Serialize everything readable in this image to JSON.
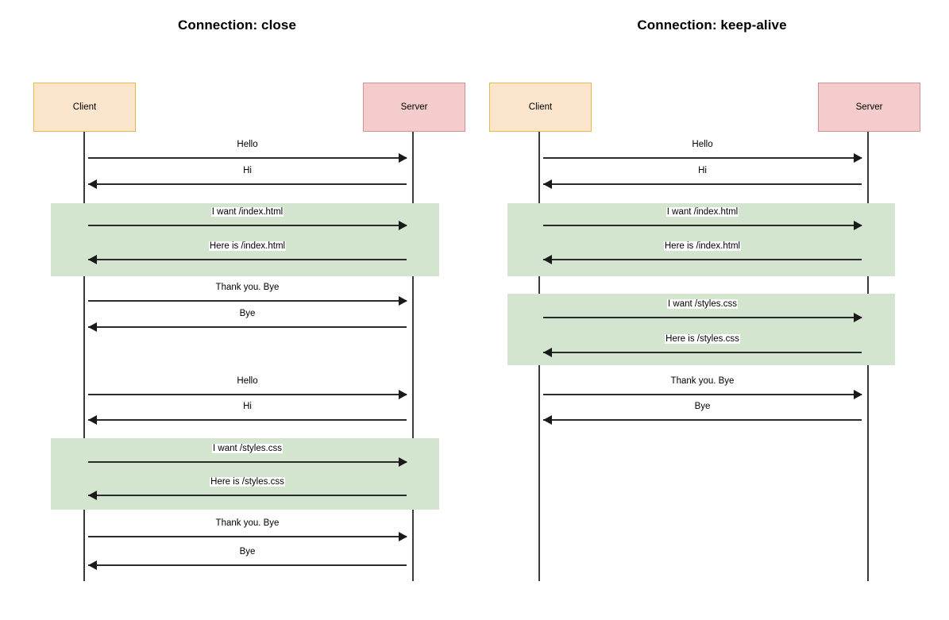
{
  "diagrams": [
    {
      "id": "close",
      "title": "Connection: close",
      "participants": {
        "left": {
          "label": "Client",
          "role": "client"
        },
        "right": {
          "label": "Server",
          "role": "server"
        }
      },
      "messages": [
        {
          "label": "Hello",
          "direction": "right",
          "highlighted": false
        },
        {
          "label": "Hi",
          "direction": "left",
          "highlighted": false
        },
        {
          "label": "I want /index.html",
          "direction": "right",
          "highlighted": true
        },
        {
          "label": "Here is /index.html",
          "direction": "left",
          "highlighted": true
        },
        {
          "label": "Thank you. Bye",
          "direction": "right",
          "highlighted": false
        },
        {
          "label": "Bye",
          "direction": "left",
          "highlighted": false
        },
        {
          "label": "Hello",
          "direction": "right",
          "highlighted": false
        },
        {
          "label": "Hi",
          "direction": "left",
          "highlighted": false
        },
        {
          "label": "I want /styles.css",
          "direction": "right",
          "highlighted": true
        },
        {
          "label": "Here is /styles.css",
          "direction": "left",
          "highlighted": true
        },
        {
          "label": "Thank you. Bye",
          "direction": "right",
          "highlighted": false
        },
        {
          "label": "Bye",
          "direction": "left",
          "highlighted": false
        }
      ]
    },
    {
      "id": "keepalive",
      "title": "Connection: keep-alive",
      "participants": {
        "left": {
          "label": "Client",
          "role": "client"
        },
        "right": {
          "label": "Server",
          "role": "server"
        }
      },
      "messages": [
        {
          "label": "Hello",
          "direction": "right",
          "highlighted": false
        },
        {
          "label": "Hi",
          "direction": "left",
          "highlighted": false
        },
        {
          "label": "I want /index.html",
          "direction": "right",
          "highlighted": true
        },
        {
          "label": "Here is /index.html",
          "direction": "left",
          "highlighted": true
        },
        {
          "label": "I want /styles.css",
          "direction": "right",
          "highlighted": true
        },
        {
          "label": "Here is /styles.css",
          "direction": "left",
          "highlighted": true
        },
        {
          "label": "Thank you. Bye",
          "direction": "right",
          "highlighted": false
        },
        {
          "label": "Bye",
          "direction": "left",
          "highlighted": false
        }
      ]
    }
  ],
  "colors": {
    "client_fill": "#fce5cd",
    "client_border": "#e8b84b",
    "server_fill": "#f4cccc",
    "server_border": "#cf9595",
    "highlight_band": "#d4e5cf",
    "lifeline": "#3a3a3a",
    "arrow": "#1a1a1a",
    "background": "#ffffff"
  }
}
